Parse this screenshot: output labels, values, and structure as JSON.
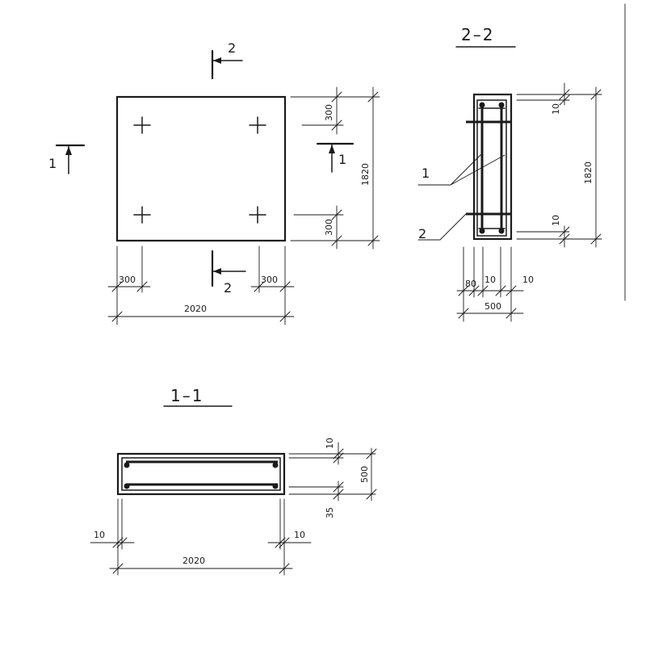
{
  "plan": {
    "width": "2020",
    "height": "1820",
    "edge_left": "300",
    "edge_right": "300",
    "edge_top": "300",
    "edge_bottom": "300",
    "cut1_mark": "1",
    "cut2_mark": "2"
  },
  "section_2_2": {
    "title": "2–2",
    "height": "1820",
    "cover_top": "10",
    "cover_bottom": "10",
    "dim_80": "80",
    "dim_10a": "10",
    "dim_10b": "10",
    "width": "500",
    "callout_1": "1",
    "callout_2": "2"
  },
  "section_1_1": {
    "title": "1–1",
    "width": "2020",
    "cover_left": "10",
    "cover_right": "10",
    "depth": "500",
    "cover_top": "10",
    "cover_bottom": "35"
  }
}
